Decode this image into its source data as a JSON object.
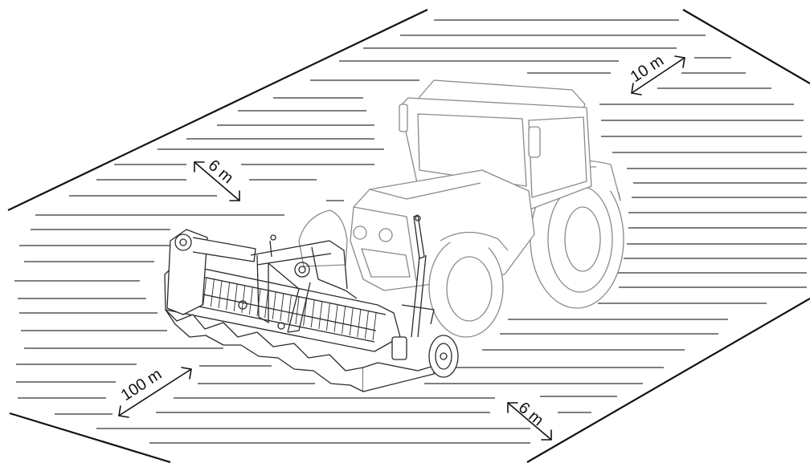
{
  "diagram": {
    "dimensions": [
      {
        "id": "field-width-top",
        "label": "10 m"
      },
      {
        "id": "working-width-left",
        "label": "6 m"
      },
      {
        "id": "field-length",
        "label": "100 m"
      },
      {
        "id": "working-width-bottom",
        "label": "6 m"
      }
    ],
    "colors": {
      "field_border": "#111111",
      "hatch": "#333333",
      "tractor_outline": "#8a8a8a",
      "implement_outline": "#2a2a2a"
    }
  }
}
